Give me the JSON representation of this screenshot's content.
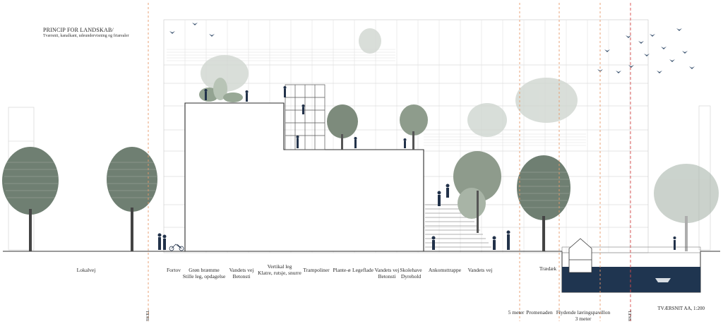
{
  "header": {
    "title": "PRINCIP FOR LANDSKAB/",
    "subtitle": "Tværsnit, kanalkant, udeundervisning og friarealer"
  },
  "labels": {
    "lokalvej": "Lokalvej",
    "fortov": "Fortov",
    "gron_bramme_1": "Grøn bræmme",
    "gron_bramme_2": "Stille leg, opdagelse",
    "vandets_vej_a1": "Vandets vej",
    "vandets_vej_a2": "Betonsti",
    "vertikal_leg_1": "Vertikal leg",
    "vertikal_leg_2": "Klatre, rutsje, snurre",
    "trampoliner": "Trampoliner",
    "plante_o": "Plante-ø",
    "legeflade": "Legeflade",
    "vandets_vej_b1": "Vandets vej",
    "vandets_vej_b2": "Betonsti",
    "skolehave_1": "Skolehave",
    "skolehave_2": "Dyrehold",
    "ankomsttrappe": "Ankomsttrappe",
    "vandets_vej_c": "Vandets vej",
    "traedaek": "Trædæk",
    "five_meter": "5 meter",
    "promenaden": "Promenaden",
    "flydende_1": "Flydende læringspavillon",
    "flydende_2": "3 meter",
    "skel_left": "SKEL",
    "skel_right": "SKEL",
    "scale": "TVÆRSNIT AA, 1:200"
  },
  "colors": {
    "tree_dark": "#6f7f72",
    "tree_light": "#a9b5ab",
    "water": "#1f3550",
    "figure": "#22324a",
    "line": "#444444",
    "skel_line": "#e79a6a"
  }
}
